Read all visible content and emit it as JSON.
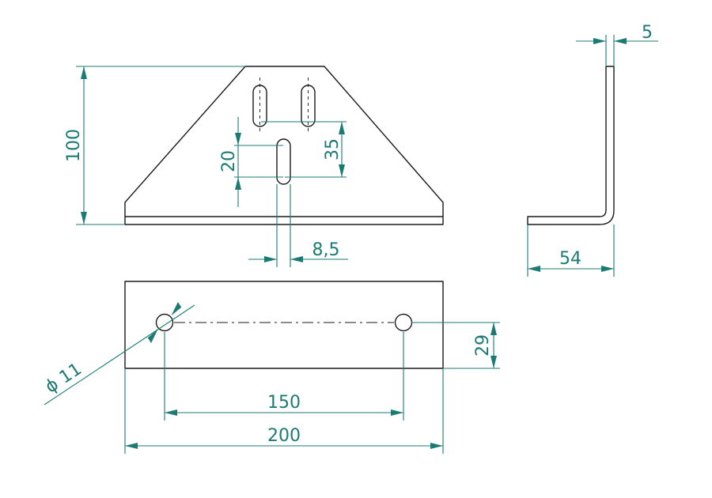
{
  "colors": {
    "outline": "#1a1a1a",
    "dimension": "#1c7a74",
    "background": "#ffffff"
  },
  "dimensions": {
    "height": "100",
    "slot_length": "20",
    "slot_offset": "35",
    "slot_width": "8,5",
    "thickness": "5",
    "flange": "54",
    "hole_diameter": "ϕ 11",
    "hole_spacing": "150",
    "length": "200",
    "hole_edge": "29"
  }
}
